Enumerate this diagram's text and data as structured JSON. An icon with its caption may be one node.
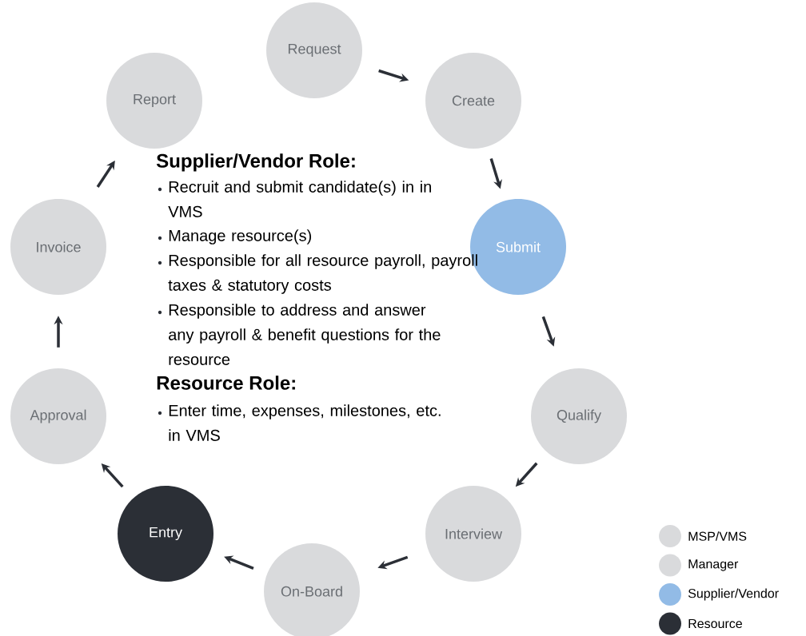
{
  "diagram": {
    "nodes": [
      {
        "text": [
          "Request"
        ]
      },
      {
        "text": [
          "Create"
        ]
      },
      {
        "text": [
          "Submit"
        ]
      },
      {
        "text": [
          "Qualify"
        ]
      },
      {
        "text": [
          "Interview"
        ]
      },
      {
        "text": [
          "On-Board"
        ]
      },
      {
        "text": [
          "Entry"
        ]
      },
      {
        "text": [
          "Approval"
        ]
      },
      {
        "text": [
          "Invoice"
        ]
      },
      {
        "text": [
          "Report"
        ]
      }
    ],
    "edges": [
      {
        "from": 0,
        "to": 1,
        "arrow": "to"
      },
      {
        "from": 1,
        "to": 2,
        "arrow": "to"
      },
      {
        "from": 2,
        "to": 3,
        "arrow": "to"
      },
      {
        "from": 3,
        "to": 4,
        "arrow": "to"
      },
      {
        "from": 4,
        "to": 5,
        "arrow": "to"
      },
      {
        "from": 5,
        "to": 6,
        "arrow": "to"
      },
      {
        "from": 6,
        "to": 7,
        "arrow": "to"
      },
      {
        "from": 7,
        "to": 8,
        "arrow": "to"
      },
      {
        "from": 8,
        "to": 9,
        "arrow": "to"
      }
    ],
    "labels": [
      "Supplier/Vendor Role:",
      "Recruit and submit candidate(s) in in VMS",
      "Manage resource(s)",
      "Responsible for all resource payroll, payroll taxes & statutory costs",
      "Responsible to address and answer any payroll & benefit questions for the resource",
      "Resource Role:",
      "Enter time, expenses, milestones, etc. in VMS"
    ],
    "legend": [
      {
        "text": "MSP/VMS",
        "color": "#d9dadc"
      },
      {
        "text": "Manager",
        "color": "#d9dadc"
      },
      {
        "text": "Supplier/Vendor",
        "color": "#92bbe6"
      },
      {
        "text": "Resource",
        "color": "#2b2f36"
      }
    ]
  }
}
